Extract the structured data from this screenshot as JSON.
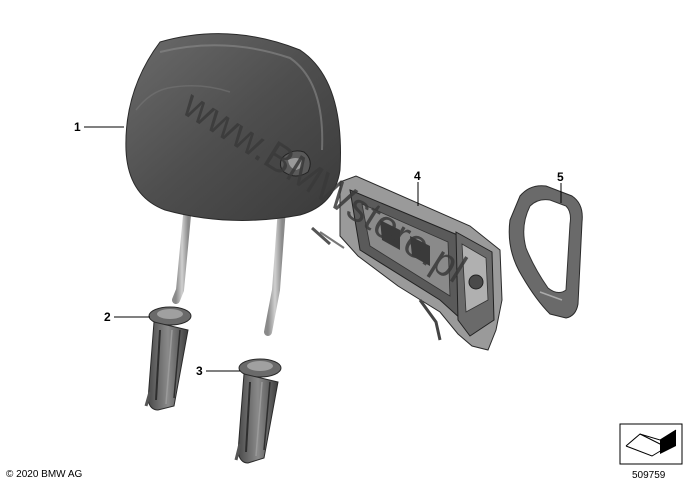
{
  "callouts": [
    {
      "number": "1",
      "part": "headrest"
    },
    {
      "number": "2",
      "part": "guide-sleeve-left"
    },
    {
      "number": "3",
      "part": "guide-sleeve-right"
    },
    {
      "number": "4",
      "part": "mounting-bracket"
    },
    {
      "number": "5",
      "part": "trim-frame"
    }
  ],
  "watermark": "www.BMWstore.pl",
  "copyright": "© 2020 BMW AG",
  "diagram_number": "509759",
  "colors": {
    "part_dark": "#4d4d4d",
    "part_mid": "#7a7a7a",
    "part_light": "#a8a8a8",
    "line": "#000000"
  }
}
